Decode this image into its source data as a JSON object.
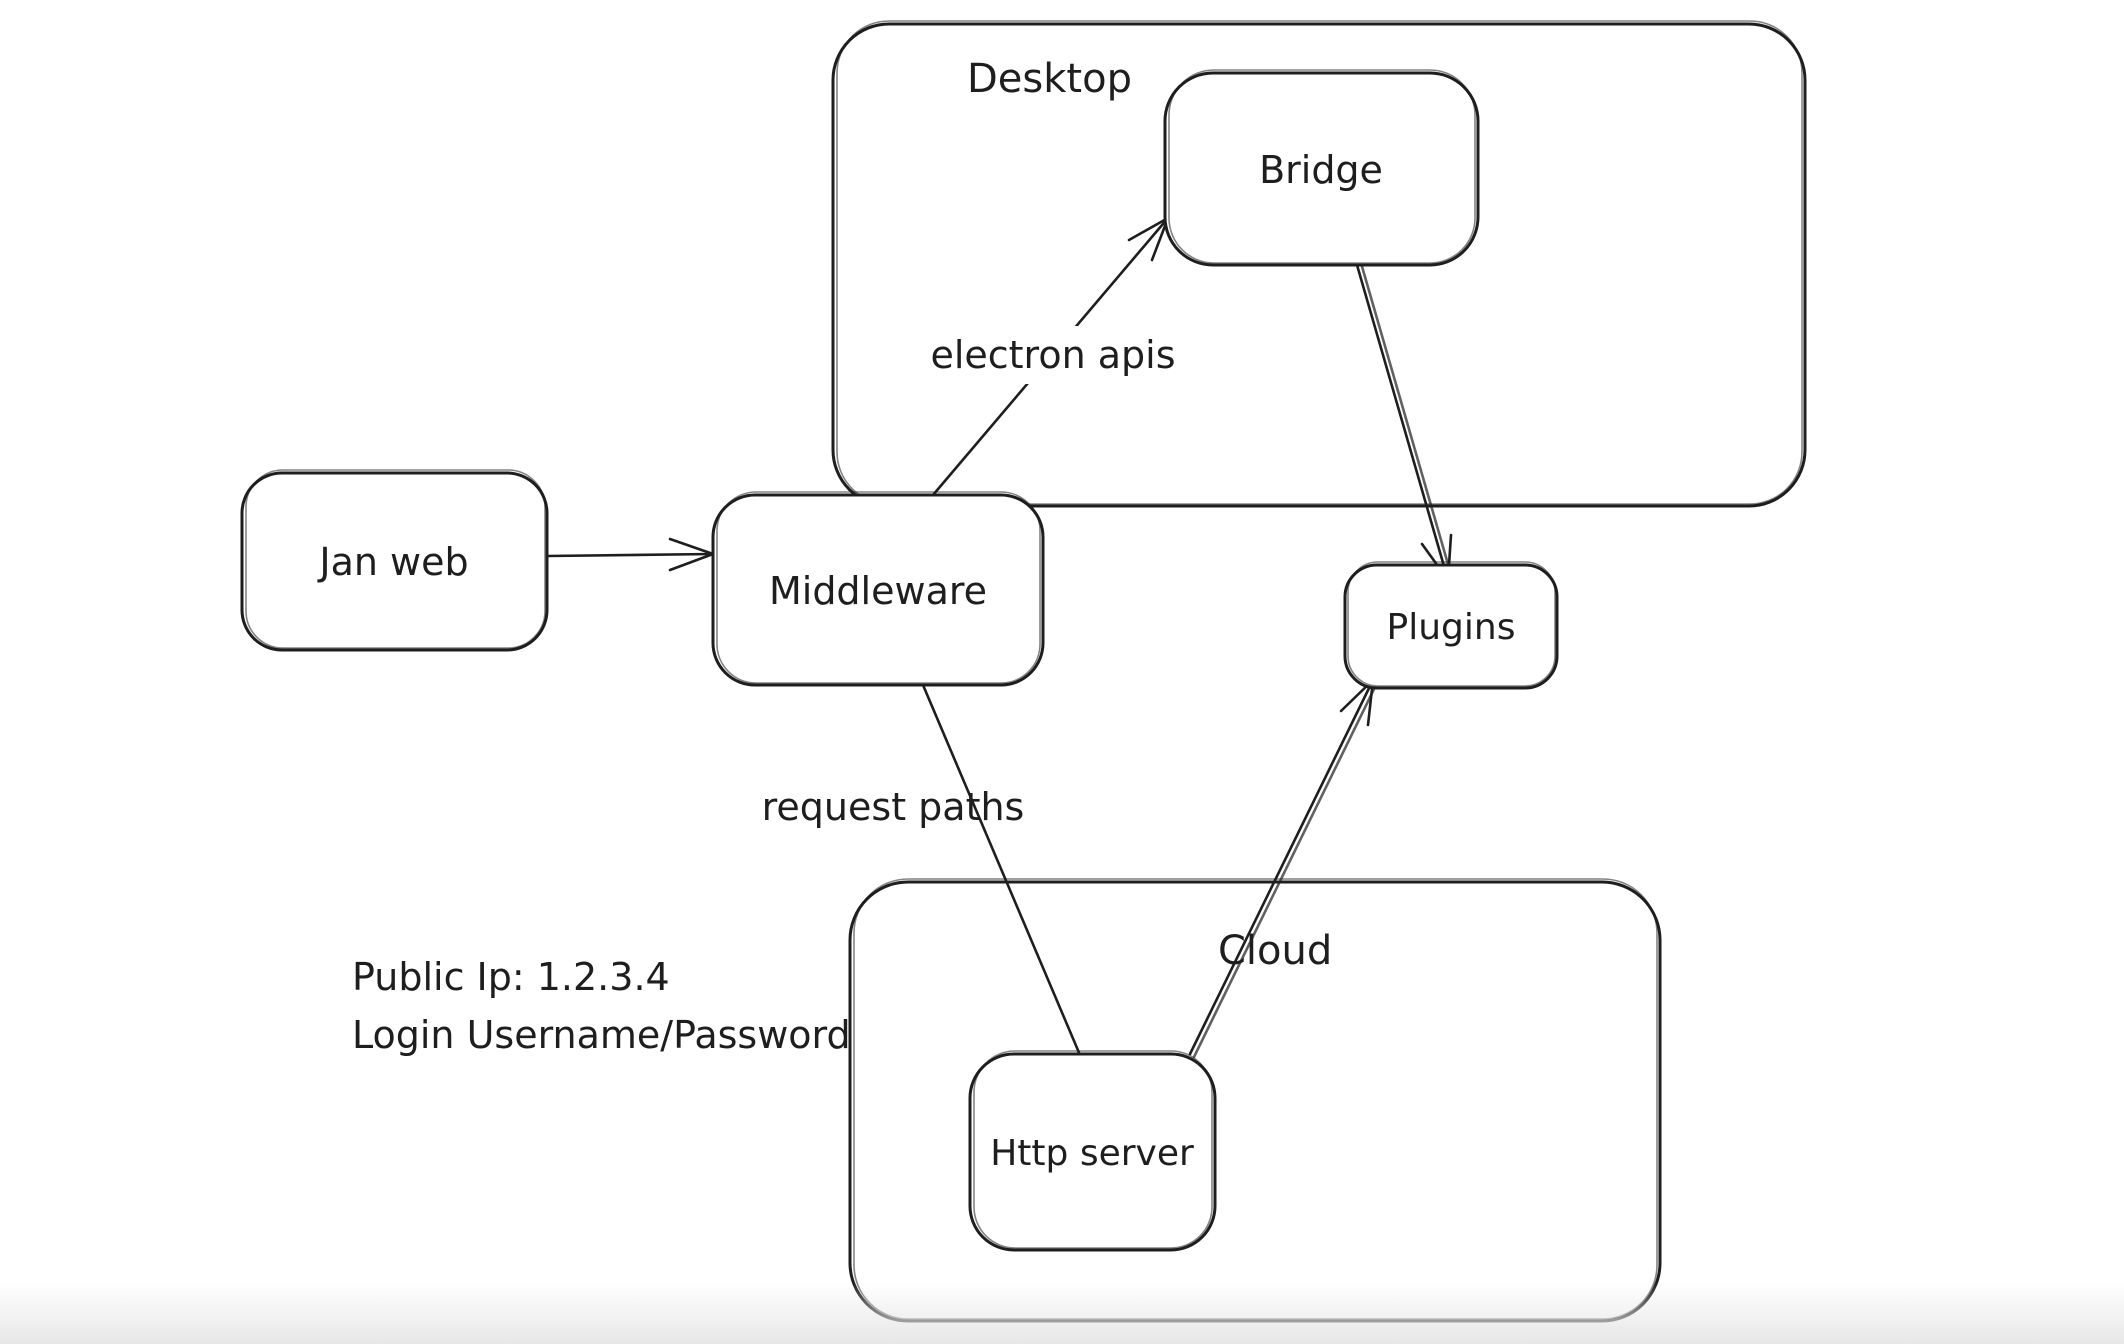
{
  "app": {
    "background": "#ffffff",
    "stroke_color": "#1e1e1e"
  },
  "diagram": {
    "containers": [
      {
        "id": "desktop",
        "label": "Desktop"
      },
      {
        "id": "cloud",
        "label": "Cloud"
      }
    ],
    "nodes": [
      {
        "id": "jan-web",
        "label": "Jan web"
      },
      {
        "id": "middleware",
        "label": "Middleware"
      },
      {
        "id": "bridge",
        "label": "Bridge"
      },
      {
        "id": "plugins",
        "label": "Plugins"
      },
      {
        "id": "http-server",
        "label": "Http server"
      }
    ],
    "edges": [
      {
        "id": "jan-web-to-middleware",
        "from": "Jan web",
        "to": "Middleware",
        "label": "",
        "arrowhead": "end"
      },
      {
        "id": "middleware-to-bridge",
        "from": "Middleware",
        "to": "Bridge",
        "label": "electron apis",
        "arrowhead": "end"
      },
      {
        "id": "bridge-to-plugins",
        "from": "Bridge",
        "to": "Plugins",
        "label": "",
        "arrowhead": "end"
      },
      {
        "id": "middleware-to-http-server",
        "from": "Middleware",
        "to": "Http server",
        "label": "request paths",
        "arrowhead": "none"
      },
      {
        "id": "http-server-to-plugins",
        "from": "Http server",
        "to": "Plugins",
        "label": "",
        "arrowhead": "end"
      }
    ],
    "annotations": [
      {
        "id": "public-ip",
        "text": "Public Ip: 1.2.3.4"
      },
      {
        "id": "login",
        "text": "Login Username/Password"
      }
    ]
  }
}
